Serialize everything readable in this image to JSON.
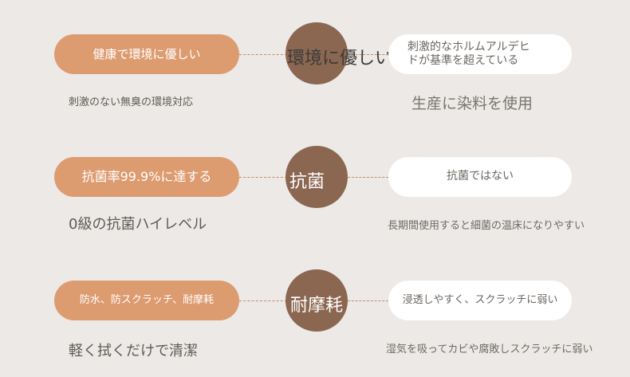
{
  "rows": [
    {
      "left_pill": "健康で環境に優しい",
      "center_label": "環境に優しい",
      "right_pill_line1": "刺激的なホルムアルデヒ",
      "right_pill_line2": "ドが基準を超えている",
      "left_sub": "刺激のない無臭の環境対応",
      "right_sub": "生産に染料を使用"
    },
    {
      "left_pill": "抗菌率99.9%に達する",
      "center_label": "抗菌",
      "right_pill": "抗菌ではない",
      "left_sub": "0級の抗菌ハイレベル",
      "right_sub": "長期間使用すると細菌の温床になりやすい"
    },
    {
      "left_pill": "防水、防スクラッチ、耐摩耗",
      "center_label": "耐摩耗",
      "right_pill": "浸透しやすく、スクラッチに弱い",
      "left_sub": "軽く拭くだけで清潔",
      "right_sub": "湿気を吸ってカビや腐敗しスクラッチに弱い"
    }
  ],
  "colors": {
    "background": "#ece9e6",
    "left_pill": "#dd9b70",
    "circle": "#8b6650",
    "right_pill": "#ffffff"
  }
}
